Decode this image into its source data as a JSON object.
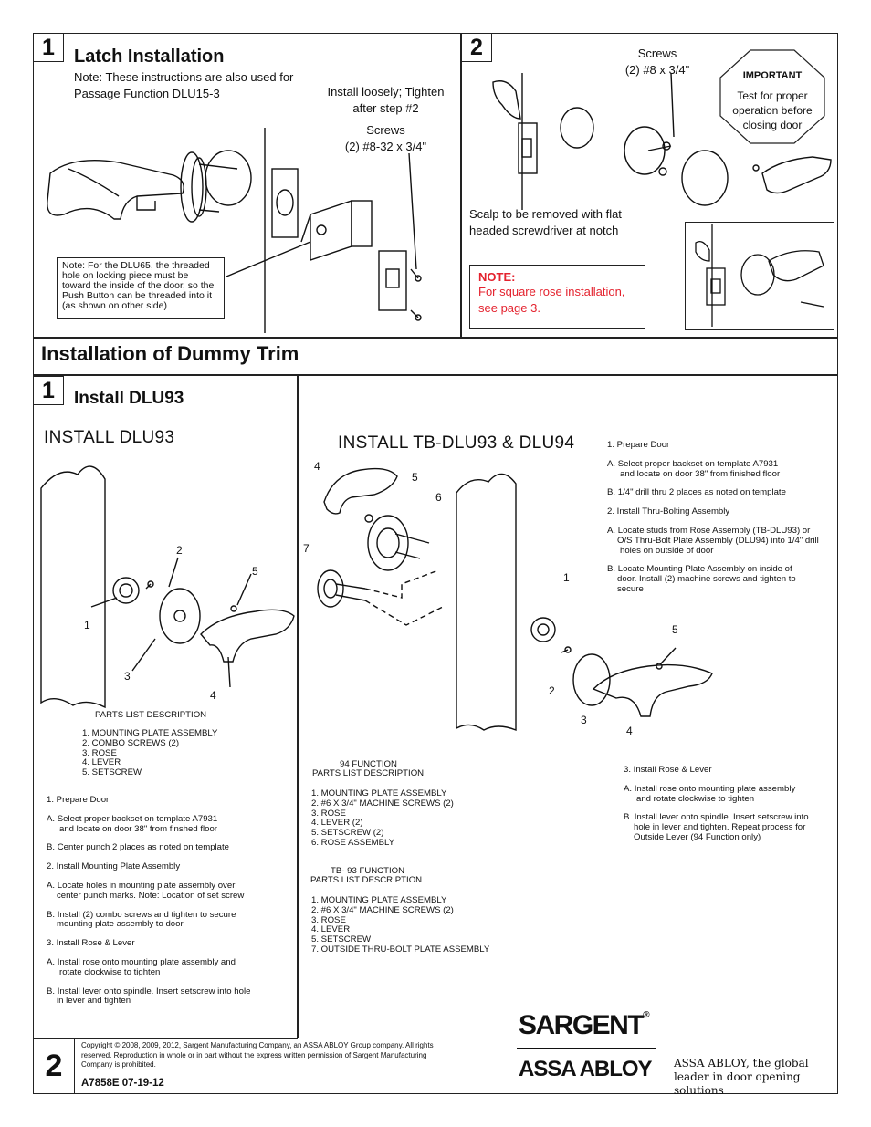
{
  "section1": {
    "step1_num": "1",
    "title": "Latch Installation",
    "note": "Note: These instructions are also used for Passage Function DLU15-3",
    "install_loosely": "Install loosely; Tighten after step #2",
    "screws_label": "Screws",
    "screws_spec": "(2) #8-32 x 3/4\"",
    "dlu65_note": "Note: For the DLU65, the threaded hole on locking piece must be toward the inside of the door, so the Push Button can be threaded into it (as shown on other side)"
  },
  "section2": {
    "step2_num": "2",
    "screws_label": "Screws",
    "screws_spec": "(2) #8 x 3/4\"",
    "important_title": "IMPORTANT",
    "important_text": "Test for proper operation before closing door",
    "scalp_note": "Scalp to be removed with flat headed screwdriver at notch",
    "note_title": "NOTE:",
    "note_text": "For square rose installation, see page 3."
  },
  "dummy": {
    "heading": "Installation of Dummy Trim",
    "step_num": "1",
    "install_title": "Install DLU93",
    "left_title": "INSTALL DLU93",
    "left_callouts": [
      "2",
      "5",
      "1",
      "3",
      "4"
    ],
    "parts_heading": "PARTS LIST DESCRIPTION",
    "parts": [
      "1. MOUNTING PLATE ASSEMBLY",
      "2. COMBO SCREWS (2)",
      "3. ROSE",
      "4. LEVER",
      "5. SETSCREW"
    ],
    "steps": [
      "1. Prepare Door",
      "A. Select proper backset on template A7931",
      "and locate on door  38\" from finshed floor",
      "B. Center punch 2 places as noted on template",
      "2. Install Mounting Plate Assembly",
      "A. Locate holes in mounting plate assembly over",
      "center punch marks. Note: Location of set screw",
      "B. Install (2) combo screws and tighten to secure",
      "mounting plate assembly to door",
      "3. Install Rose & Lever",
      "A. Install rose onto mounting plate assembly and",
      "rotate clockwise to tighten",
      "B. Install lever onto spindle. Insert setscrew into hole",
      "in lever and tighten"
    ],
    "right_title": "INSTALL TB-DLU93 & DLU94",
    "right_callouts": [
      "4",
      "5",
      "6",
      "7",
      "1",
      "5",
      "2",
      "3",
      "4"
    ],
    "right_steps_top": [
      "1. Prepare Door",
      "A. Select proper backset on template A7931",
      "and locate on door 38\" from finished floor",
      "B. 1/4\" drill thru 2 places as noted on template",
      "2. Install Thru-Bolting Assembly",
      "A. Locate studs from Rose Assembly (TB-DLU93) or",
      "O/S Thru-Bolt Plate Assembly (DLU94) into 1/4\" drill",
      "holes on outside of door",
      "B. Locate Mounting Plate Assembly on inside of",
      "door. Install (2) machine screws and tighten to",
      "secure"
    ],
    "right_steps_bottom": [
      "3. Install Rose & Lever",
      "A. Install rose onto mounting plate assembly",
      "and rotate clockwise to tighten",
      "B. Install lever onto spindle. Insert setscrew into",
      "hole in lever and tighten. Repeat process for",
      "Outside Lever (94 Function only)"
    ],
    "f94_heading1": "94 FUNCTION",
    "f94_heading2": "PARTS LIST DESCRIPTION",
    "f94_parts": [
      "1. MOUNTING PLATE ASSEMBLY",
      "2. #6 X 3/4\" MACHINE SCREWS (2)",
      "3. ROSE",
      "4. LEVER (2)",
      "5. SETSCREW (2)",
      "6. ROSE ASSEMBLY"
    ],
    "tb93_heading1": "TB- 93 FUNCTION",
    "tb93_heading2": "PARTS LIST DESCRIPTION",
    "tb93_parts": [
      "1. MOUNTING PLATE ASSEMBLY",
      "2. #6 X 3/4\" MACHINE SCREWS (2)",
      "3. ROSE",
      "4. LEVER",
      "5. SETSCREW",
      "7. OUTSIDE THRU-BOLT PLATE ASSEMBLY"
    ]
  },
  "footer": {
    "page_num": "2",
    "copyright": "Copyright © 2008, 2009, 2012, Sargent Manufacturing Company, an ASSA ABLOY Group company. All rights reserved. Reproduction in whole or in part without the express written permission of Sargent Manufacturing Company is prohibited.",
    "doc_id": "A7858E  07-19-12",
    "brand": "SARGENT",
    "brand_mark": "®",
    "parent": "ASSA ABLOY",
    "tagline": "ASSA ABLOY, the global leader in door opening solutions"
  }
}
